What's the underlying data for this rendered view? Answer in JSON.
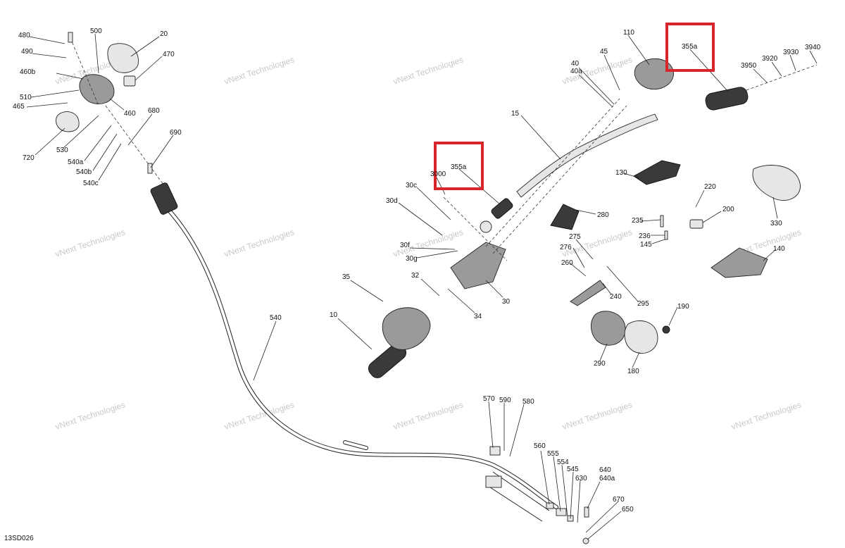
{
  "diagram": {
    "code": "13SD026",
    "watermark": "vNext Technologies",
    "highlight_label": "355a",
    "highlight_color": "#d7262b",
    "callouts": {
      "c480": "480",
      "c500": "500",
      "c20": "20",
      "c490": "490",
      "c470": "470",
      "c460b": "460b",
      "c510": "510",
      "c465": "465",
      "c460": "460",
      "c720": "720",
      "c530": "530",
      "c540a": "540a",
      "c540b": "540b",
      "c540c": "540c",
      "c680": "680",
      "c690": "690",
      "c110": "110",
      "c45": "45",
      "c40": "40",
      "c40a": "40a",
      "c3950": "3950",
      "c3920": "3920",
      "c3930": "3930",
      "c3940": "3940",
      "c15": "15",
      "c3000": "3000",
      "c30c": "30c",
      "c30d": "30d",
      "c30f": "30f",
      "c30g": "30g",
      "c30": "30",
      "c35": "35",
      "c32": "32",
      "c34": "34",
      "c10": "10",
      "c130": "130",
      "c220": "220",
      "c200": "200",
      "c330": "330",
      "c280": "280",
      "c235": "235",
      "c236": "236",
      "c145": "145",
      "c275": "275",
      "c276": "276",
      "c260": "260",
      "c240": "240",
      "c295": "295",
      "c140": "140",
      "c190": "190",
      "c290": "290",
      "c180": "180",
      "c540": "540",
      "c570": "570",
      "c590": "590",
      "c580": "580",
      "c560": "560",
      "c555": "555",
      "c554": "554",
      "c545": "545",
      "c630": "630",
      "c640": "640",
      "c640a": "640a",
      "c670": "670",
      "c650": "650"
    }
  }
}
